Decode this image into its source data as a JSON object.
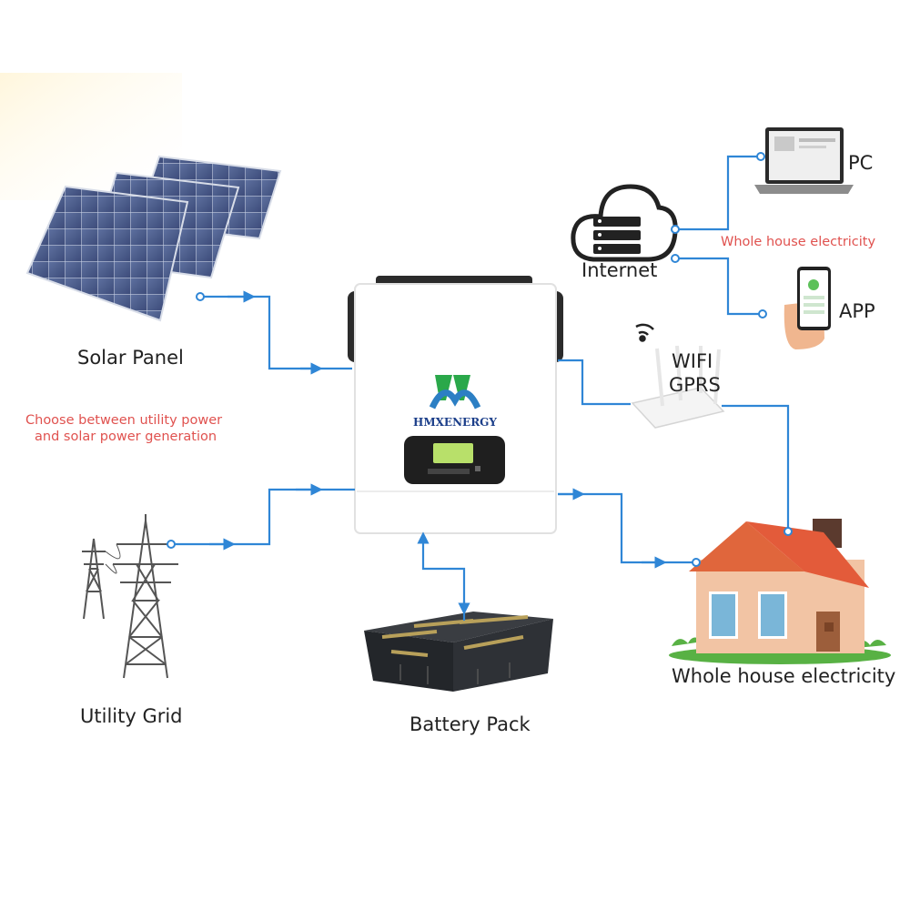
{
  "labels": {
    "solar_panel": "Solar Panel",
    "utility_grid": "Utility Grid",
    "battery_pack": "Battery Pack",
    "whole_house": "Whole house electricity",
    "internet": "Internet",
    "pc": "PC",
    "app": "APP",
    "wifi": "WIFI",
    "gprs": "GPRS",
    "brand": "HMXENERGY"
  },
  "notes": {
    "choose_line1": "Choose between utility power",
    "choose_line2": "and solar power generation",
    "remote_house": "Whole house electricity"
  },
  "colors": {
    "flow_line": "#2f86d6",
    "note_text": "#e0524f",
    "roof": "#e0663c",
    "wall": "#f2c4a4",
    "lcd": "#b8e06a",
    "grass": "#58b144"
  },
  "icons": [
    "solar-panel-icon",
    "transmission-tower-icon",
    "inverter-icon",
    "battery-pack-icon",
    "house-icon",
    "cloud-server-icon",
    "laptop-icon",
    "phone-icon",
    "router-icon",
    "wifi-signal-icon"
  ]
}
